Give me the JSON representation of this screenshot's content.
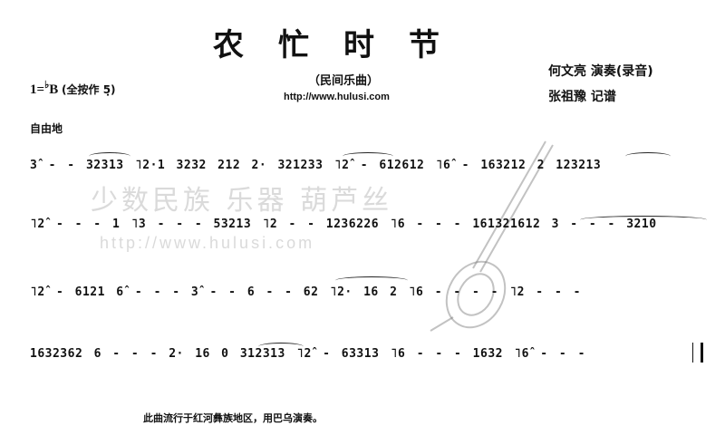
{
  "title": "农忙时节",
  "subtitle": "（民间乐曲）",
  "website": "http://www.hulusi.com",
  "key": {
    "prefix": "1=",
    "flat": "♭",
    "letter": "B",
    "note": "(全按作 5̣)"
  },
  "performer": "何文亮 演奏(录音)",
  "notator": "张祖豫 记谱",
  "tempo": "自由地",
  "score_lines": [
    "3̂ - -  32313  ˥2·1  3232  212  2·  321233  ˥2̂ -  612612  ˥6̂ - 163212  2  123213",
    "˥2̂ - - - 1  ˥3 - - - 53213  ˥2 - -  1236226  ˥6 - - -  161321612  3 - - - 3210",
    "˥2̂  -  6121  6̂ - - -  3̂ - - 6 - - 62  ˥2·  16  2  ˥6 - - - -  ˥2 - - -",
    "1632362  6 - - -  2·  16  0  312313  ˥2̂ -  63313  ˥6 - - -  1632  ˥6̂ - - -"
  ],
  "footnote": "此曲流行于红河彝族地区，用巴乌演奏。",
  "watermark": {
    "text": "少数民族 乐器 葫芦丝",
    "url": "http://www.hulusi.com"
  }
}
